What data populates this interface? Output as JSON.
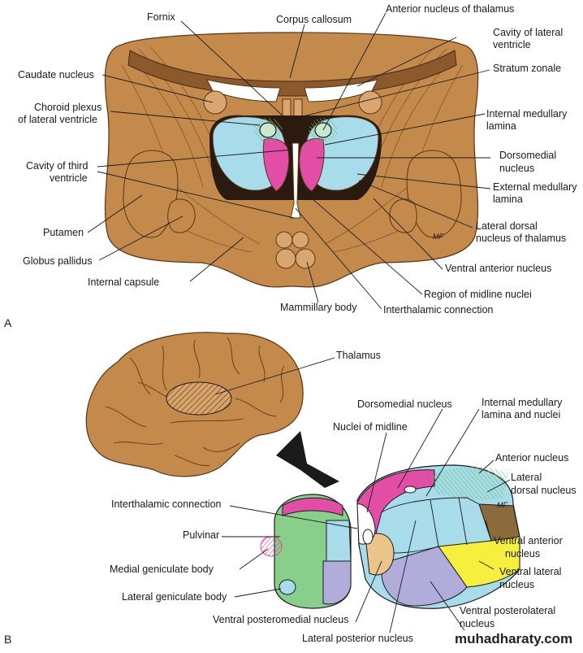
{
  "panel_a": {
    "letter": "A",
    "labels": {
      "fornix": "Fornix",
      "corpus_callosum": "Corpus callosum",
      "anterior_nucleus": "Anterior nucleus of thalamus",
      "cavity_lateral_1": "Cavity of lateral",
      "cavity_lateral_2": "ventricle",
      "caudate": "Caudate nucleus",
      "stratum_zonale": "Stratum zonale",
      "choroid_1": "Choroid plexus",
      "choroid_2": "of lateral ventricle",
      "internal_medullary_1": "Internal medullary",
      "internal_medullary_2": "lamina",
      "cavity_third_1": "Cavity of third",
      "cavity_third_2": "ventricle",
      "dorsomedial_1": "Dorsomedial",
      "dorsomedial_2": "nucleus",
      "external_medullary_1": "External medullary",
      "external_medullary_2": "lamina",
      "putamen": "Putamen",
      "lateral_dorsal_1": "Lateral dorsal",
      "lateral_dorsal_2": "nucleus of thalamus",
      "globus_pallidus": "Globus pallidus",
      "ventral_anterior": "Ventral anterior nucleus",
      "internal_capsule": "Internal capsule",
      "midline_nuclei": "Region of midline nuclei",
      "mammillary": "Mammillary body",
      "interthalamic": "Interthalamic connection"
    },
    "signature": "MF"
  },
  "panel_b": {
    "letter": "B",
    "labels": {
      "thalamus": "Thalamus",
      "dorsomedial": "Dorsomedial nucleus",
      "internal_medullary_1": "Internal medullary",
      "internal_medullary_2": "lamina and nuclei",
      "nuclei_midline": "Nuclei of midline",
      "anterior": "Anterior nucleus",
      "lateral_dorsal_1": "Lateral",
      "lateral_dorsal_2": "dorsal nucleus",
      "interthalamic": "Interthalamic connection",
      "pulvinar": "Pulvinar",
      "ventral_anterior_1": "Ventral anterior",
      "ventral_anterior_2": "nucleus",
      "medial_geniculate": "Medial geniculate body",
      "ventral_lateral_1": "Ventral lateral",
      "ventral_lateral_2": "nucleus",
      "lateral_geniculate": "Lateral geniculate body",
      "ventral_posterolateral_1": "Ventral posterolateral",
      "ventral_posterolateral_2": "nucleus",
      "ventral_posteromedial": "Ventral posteromedial nucleus",
      "lateral_posterior": "Lateral posterior nucleus"
    },
    "signature": "MF"
  },
  "watermark": "muhadharaty.com",
  "colors": {
    "tissue": "#c48a4c",
    "tissue_dark": "#8a5a2c",
    "thalamus_blue": "#a8dcea",
    "pink": "#e24ea5",
    "green": "#88cf8c",
    "lavender": "#b0addb",
    "yellow": "#f6ef3e",
    "brown_dark": "#2a1a10"
  }
}
